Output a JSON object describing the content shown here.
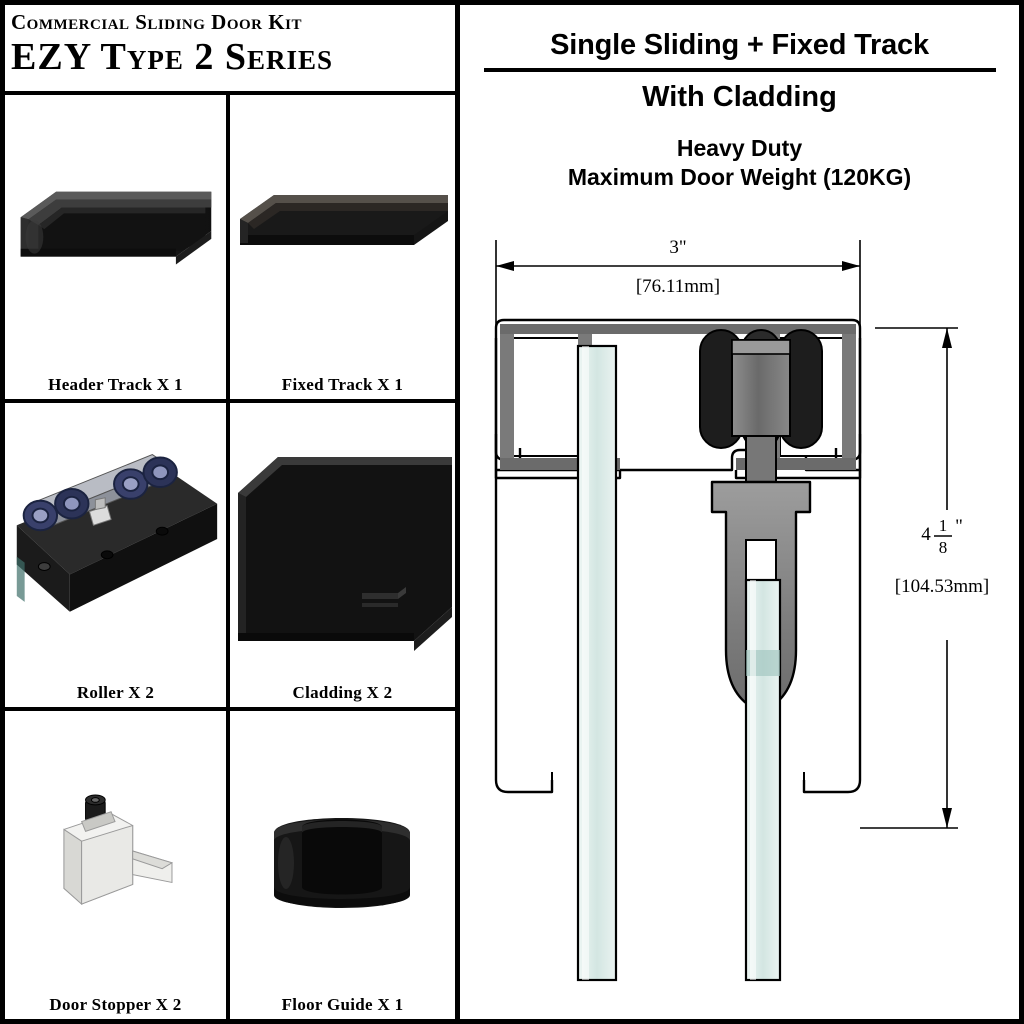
{
  "left_panel": {
    "kit_title_line1": "Commercial Sliding Door Kit",
    "kit_title_line2": "EZY Type 2 Series",
    "parts": [
      {
        "name": "header-track",
        "caption": "Header Track X 1"
      },
      {
        "name": "fixed-track",
        "caption": "Fixed Track X 1"
      },
      {
        "name": "roller",
        "caption": "Roller X 2"
      },
      {
        "name": "cladding",
        "caption": "Cladding X 2"
      },
      {
        "name": "door-stopper",
        "caption": "Door Stopper X 2"
      },
      {
        "name": "floor-guide",
        "caption": "Floor Guide X 1"
      }
    ]
  },
  "right_panel": {
    "title_line1": "Single Sliding + Fixed Track",
    "title_line2": "With Cladding",
    "subtitle_line1": "Heavy Duty",
    "subtitle_line2": "Maximum Door Weight (120KG)",
    "dimensions": {
      "width_inch": "3\"",
      "width_mm": "[76.11mm]",
      "height_inch_whole": "4",
      "height_inch_num": "1",
      "height_inch_den": "8",
      "height_inch_suffix": "\"",
      "height_mm": "[104.53mm]"
    }
  },
  "colors": {
    "outline": "#000000",
    "metal_dark": "#3c3c3c",
    "metal_mid": "#6f6f6f",
    "metal_light": "#9a9a9a",
    "glass": "#dcebe8",
    "part_black": "#1b1b1b"
  }
}
